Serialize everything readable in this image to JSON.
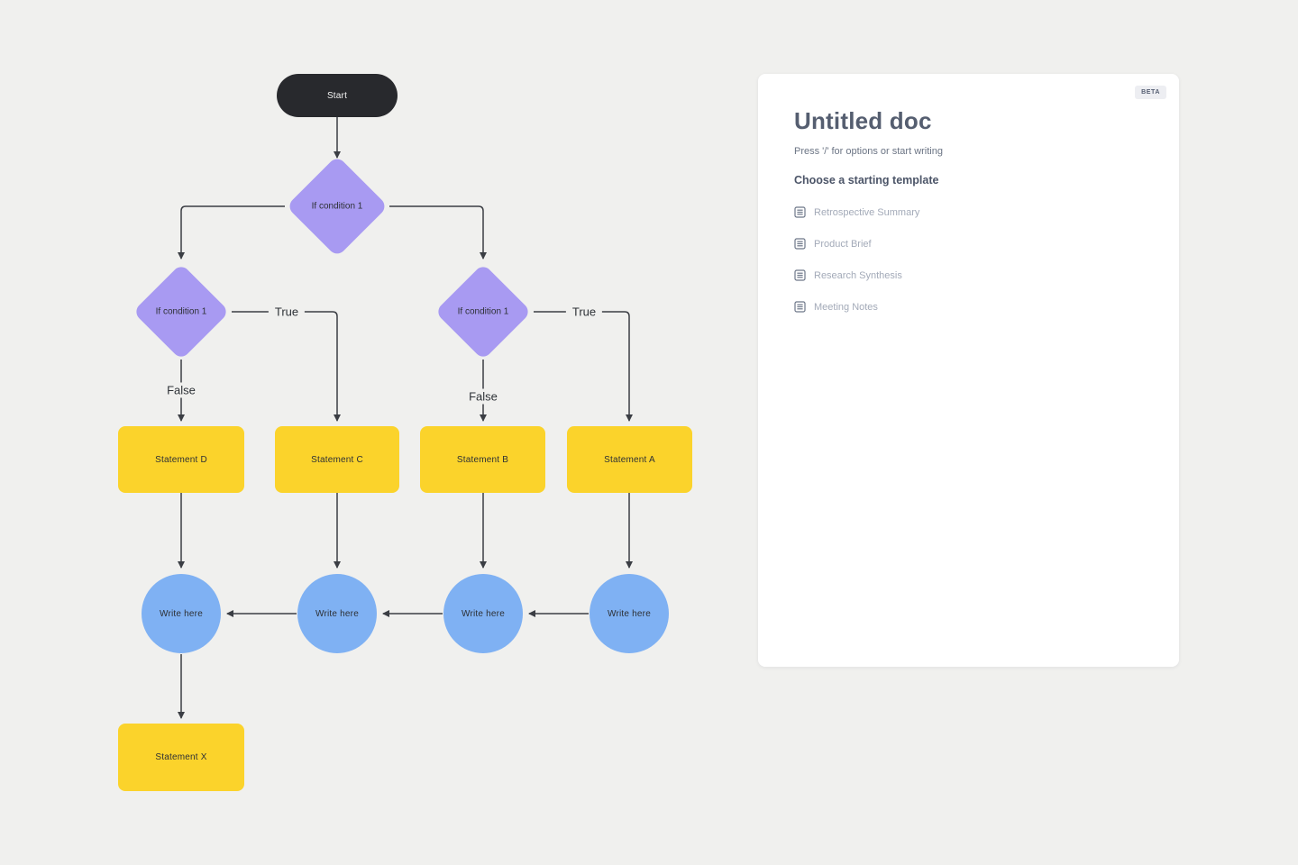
{
  "canvas": {
    "nodes": {
      "start": "Start",
      "cond_top": "If condition 1",
      "cond_left": "If condition 1",
      "cond_right": "If condition 1",
      "stmt_d": "Statement D",
      "stmt_c": "Statement C",
      "stmt_b": "Statement B",
      "stmt_a": "Statement A",
      "write_1": "Write here",
      "write_2": "Write here",
      "write_3": "Write here",
      "write_4": "Write here",
      "stmt_x": "Statement X"
    },
    "edge_labels": {
      "true_left": "True",
      "false_left": "False",
      "true_right": "True",
      "false_right": "False"
    },
    "colors": {
      "background": "#f0f0ee",
      "terminal": "#28292d",
      "decision": "#a89af2",
      "process": "#fbd32b",
      "circle": "#7fb1f3",
      "connector": "#3b3e44"
    }
  },
  "doc_panel": {
    "beta_badge": "BETA",
    "title": "Untitled doc",
    "placeholder": "Press '/' for options or start writing",
    "templates_heading": "Choose a starting template",
    "templates": [
      {
        "label": "Retrospective Summary"
      },
      {
        "label": "Product Brief"
      },
      {
        "label": "Research Synthesis"
      },
      {
        "label": "Meeting Notes"
      }
    ]
  }
}
